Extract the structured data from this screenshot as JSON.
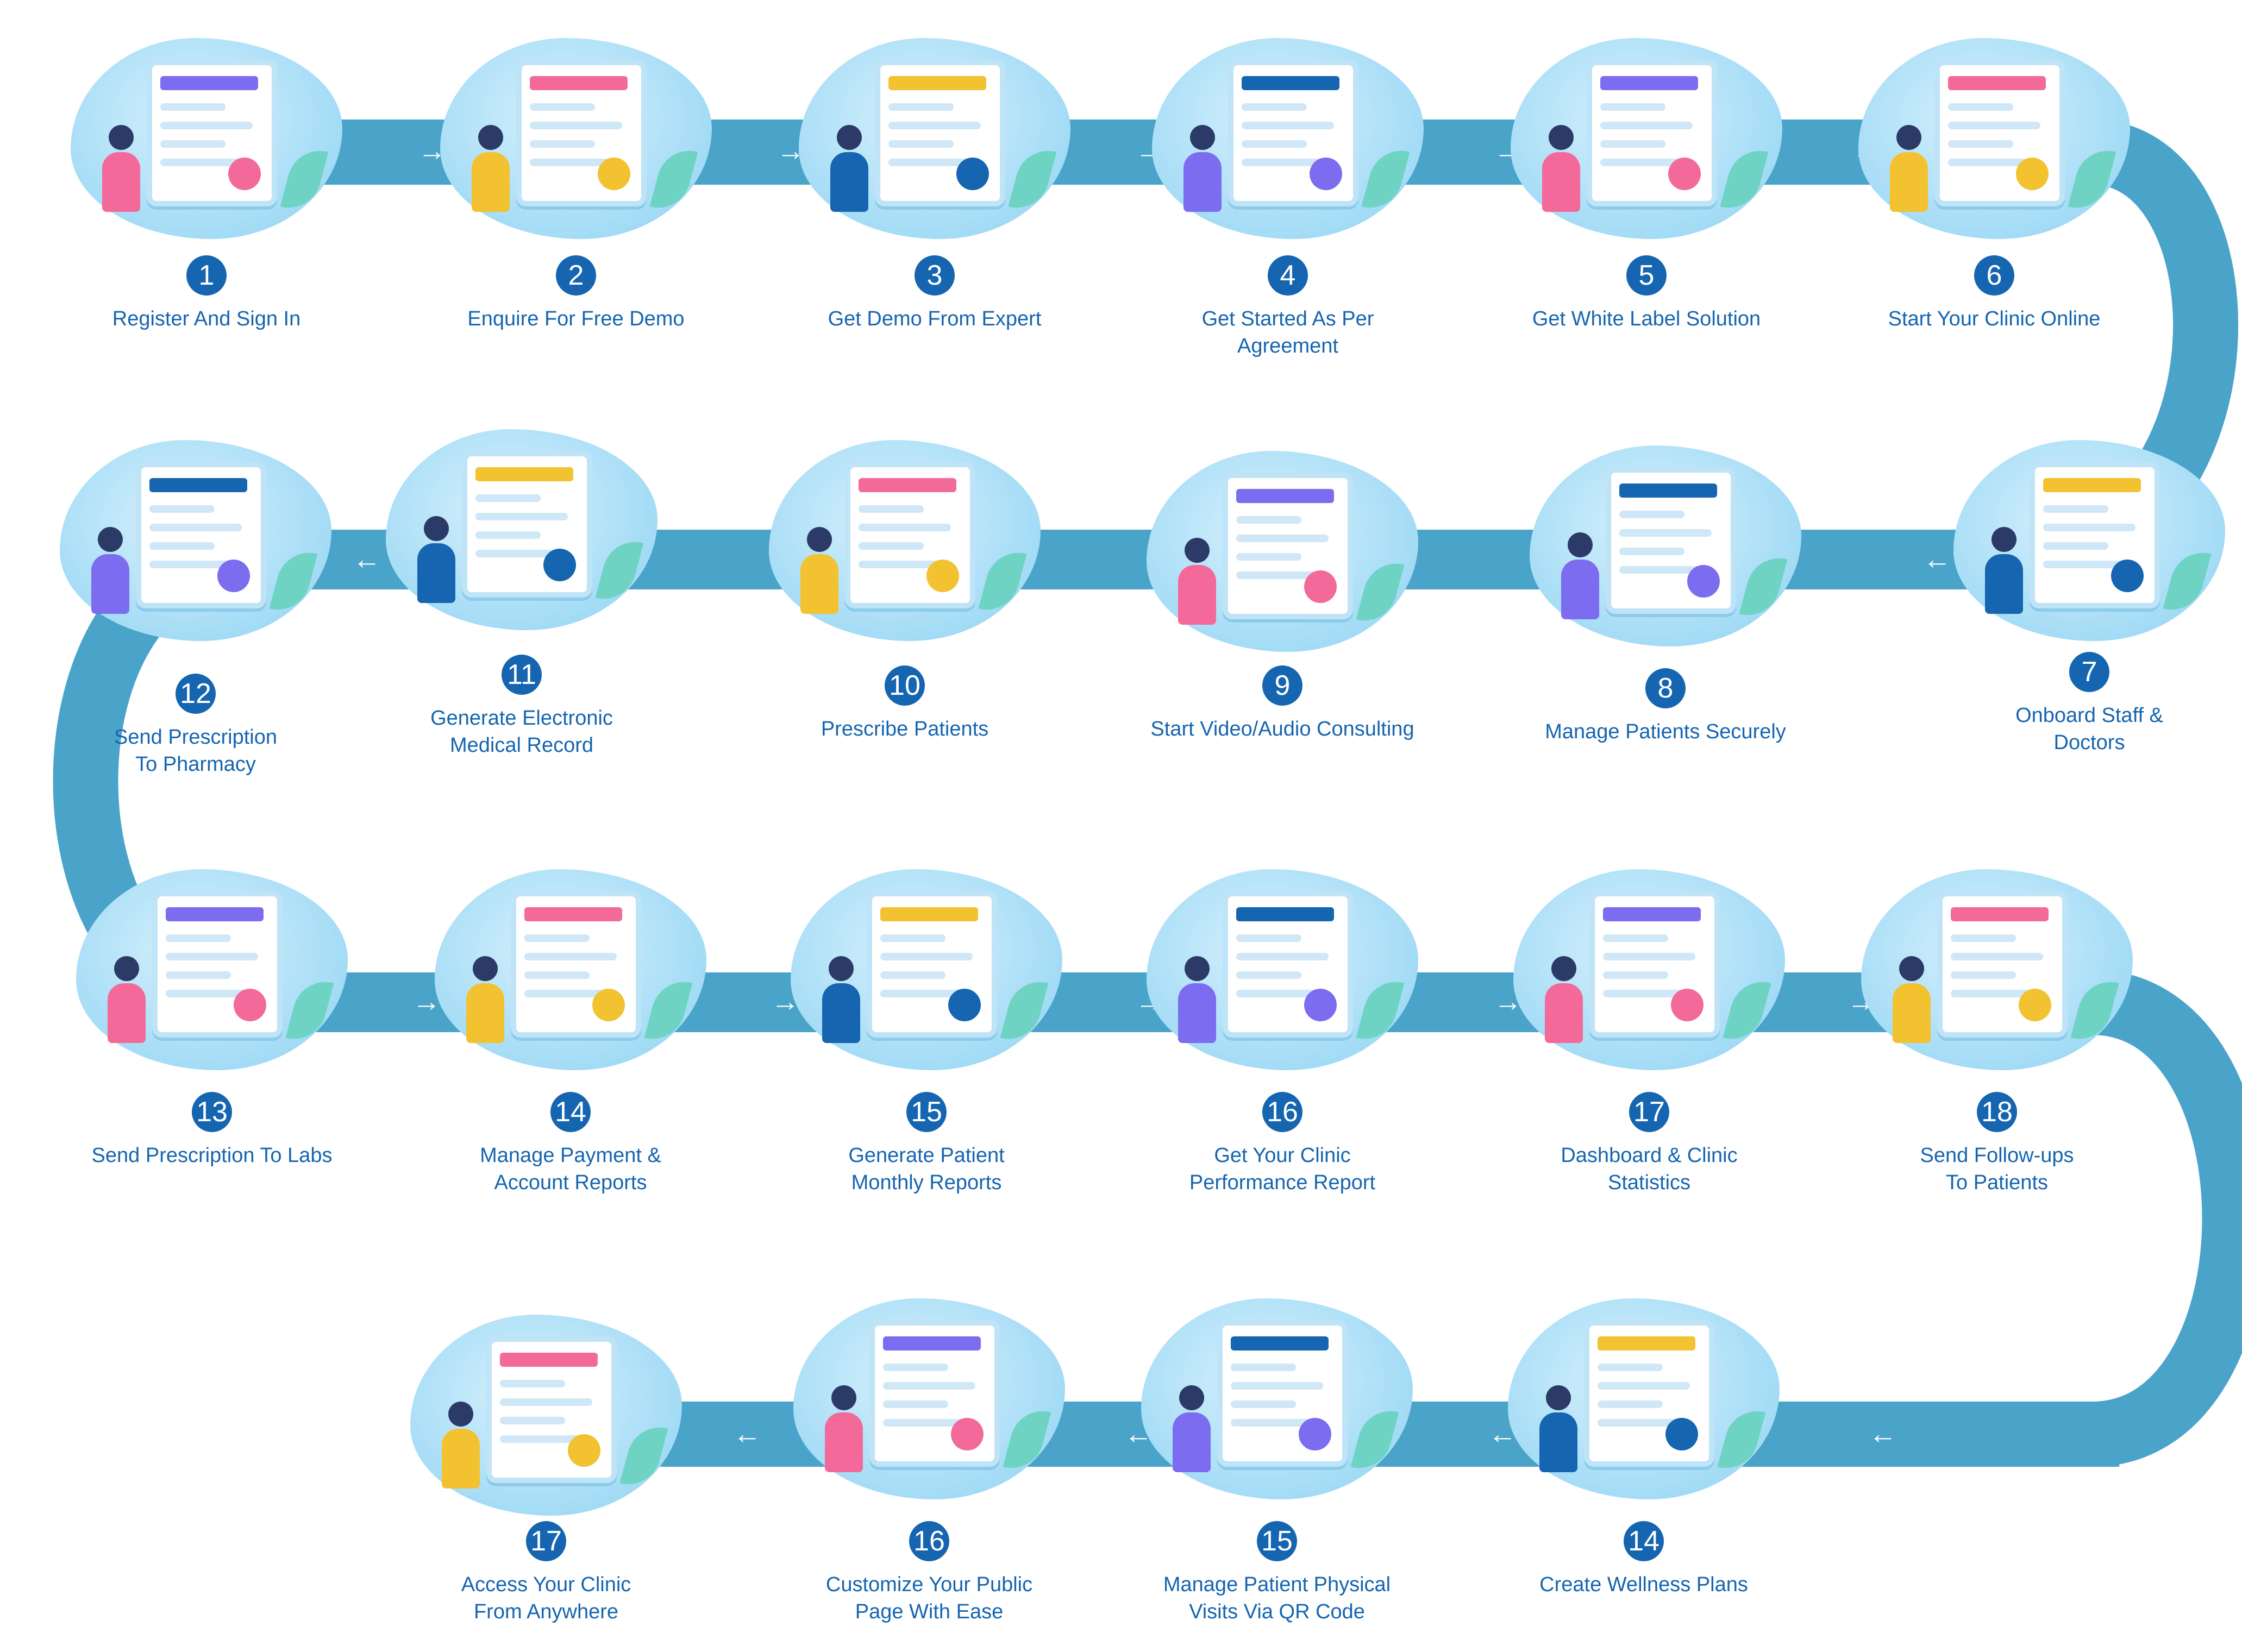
{
  "colors": {
    "brand": "#1565b0",
    "path": "#4aa3c8",
    "blob": "#a7ddf6",
    "accent_purple": "#7b6cf0",
    "accent_pink": "#f36a9a",
    "accent_yellow": "#f2c230"
  },
  "steps": [
    {
      "num": "1",
      "lines": [
        "Register And Sign In"
      ],
      "icon": "phone-login-icon"
    },
    {
      "num": "2",
      "lines": [
        "Enquire For Free Demo"
      ],
      "icon": "monitor-presentation-icon"
    },
    {
      "num": "3",
      "lines": [
        "Get Demo From Expert"
      ],
      "icon": "demo-presentation-icon"
    },
    {
      "num": "4",
      "lines": [
        "Get Started As Per",
        "Agreement"
      ],
      "icon": "shield-agreement-icon"
    },
    {
      "num": "5",
      "lines": [
        "Get White Label Solution"
      ],
      "icon": "dashboard-team-icon"
    },
    {
      "num": "6",
      "lines": [
        "Start Your Clinic Online"
      ],
      "icon": "doctor-phone-icon"
    },
    {
      "num": "7",
      "lines": [
        "Onboard Staff &",
        "Doctors"
      ],
      "icon": "profile-cards-icon"
    },
    {
      "num": "8",
      "lines": [
        "Manage Patients Securely"
      ],
      "icon": "doctor-patient-icon"
    },
    {
      "num": "9",
      "lines": [
        "Start Video/Audio Consulting"
      ],
      "icon": "video-consult-icon"
    },
    {
      "num": "10",
      "lines": [
        "Prescribe Patients"
      ],
      "icon": "prescription-icon"
    },
    {
      "num": "11",
      "lines": [
        "Generate Electronic",
        "Medical Record"
      ],
      "icon": "medical-record-phone-icon"
    },
    {
      "num": "12",
      "lines": [
        "Send Prescription",
        "To Pharmacy"
      ],
      "icon": "pharmacy-icon"
    },
    {
      "num": "13",
      "lines": [
        "Send Prescription To Labs"
      ],
      "icon": "lab-icon"
    },
    {
      "num": "14",
      "lines": [
        "Manage Payment &",
        "Account Reports"
      ],
      "icon": "wallet-payment-icon"
    },
    {
      "num": "15",
      "lines": [
        "Generate Patient",
        "Monthly Reports"
      ],
      "icon": "clipboard-report-icon"
    },
    {
      "num": "16",
      "lines": [
        "Get Your Clinic",
        "Performance Report"
      ],
      "icon": "performance-chart-icon"
    },
    {
      "num": "17",
      "lines": [
        "Dashboard & Clinic",
        "Statistics"
      ],
      "icon": "dashboard-monitor-icon"
    },
    {
      "num": "18",
      "lines": [
        "Send Follow-ups",
        "To Patients"
      ],
      "icon": "calendar-clock-icon"
    },
    {
      "num": "14",
      "lines": [
        "Create Wellness Plans"
      ],
      "icon": "wellness-apple-icon"
    },
    {
      "num": "15",
      "lines": [
        "Manage Patient Physical",
        "Visits Via QR Code"
      ],
      "icon": "qr-code-phone-icon"
    },
    {
      "num": "16",
      "lines": [
        "Customize Your Public",
        "Page With Ease"
      ],
      "icon": "public-page-icon"
    },
    {
      "num": "17",
      "lines": [
        "Access Your Clinic",
        "From Anywhere"
      ],
      "icon": "clinic-reception-icon"
    }
  ]
}
